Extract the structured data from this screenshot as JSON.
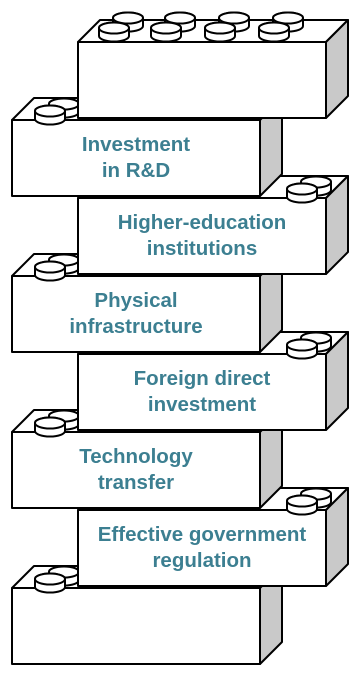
{
  "blocks": [
    {
      "line1": "",
      "line2": ""
    },
    {
      "line1": "Investment",
      "line2": "in R&D"
    },
    {
      "line1": "Higher-education",
      "line2": "institutions"
    },
    {
      "line1": "Physical",
      "line2": "infrastructure"
    },
    {
      "line1": "Foreign direct",
      "line2": "investment"
    },
    {
      "line1": "Technology",
      "line2": "transfer"
    },
    {
      "line1": "Effective government",
      "line2": "regulation"
    },
    {
      "line1": "",
      "line2": ""
    }
  ],
  "colors": {
    "label": "#3c7f91",
    "side_face": "#c9c9c9",
    "outline": "#000000",
    "fill": "#ffffff"
  }
}
